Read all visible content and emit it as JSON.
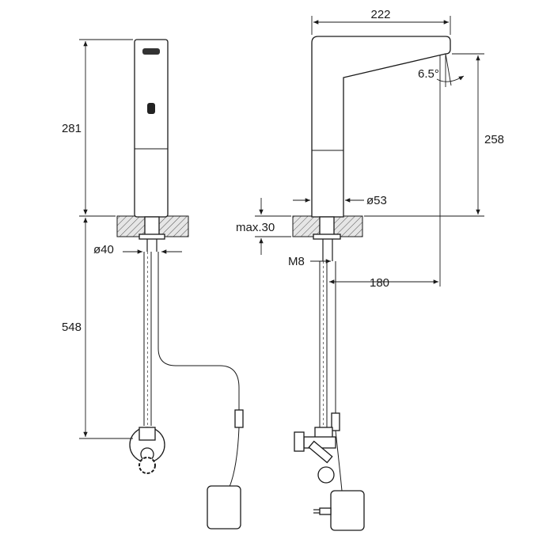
{
  "dimensions": {
    "spout_height": "281",
    "hose_length": "548",
    "base_diameter_front": "ø40",
    "spout_reach": "222",
    "spout_angle": "6.5°",
    "outlet_height": "258",
    "body_diameter": "ø53",
    "max_deck_thickness": "max.30",
    "thread": "M8",
    "projection": "180"
  }
}
